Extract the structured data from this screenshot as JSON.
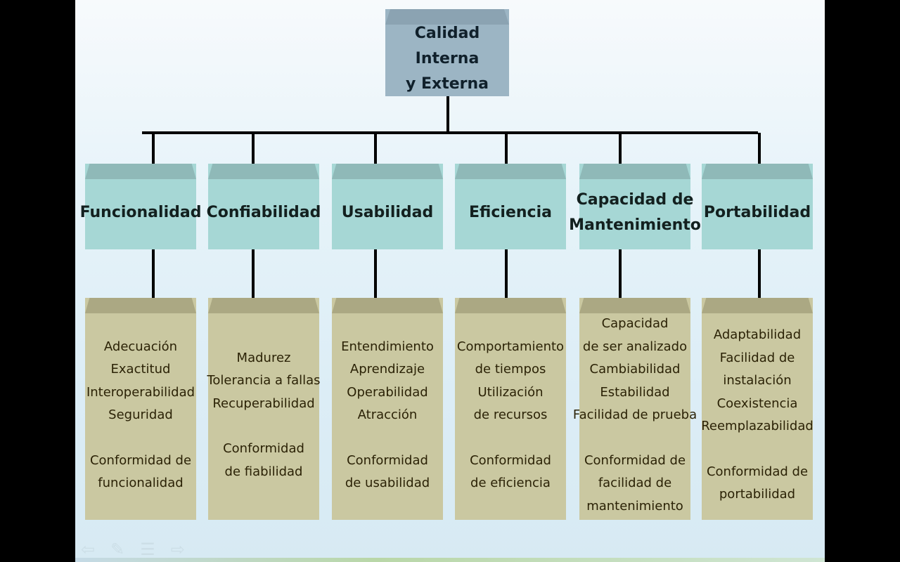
{
  "root": {
    "label": "Calidad Interna\ny Externa"
  },
  "categories": [
    {
      "label": "Funcionalidad",
      "subcharacteristics": [
        "Adecuación",
        "Exactitud",
        "Interoperabilidad",
        "Seguridad"
      ],
      "conformity": [
        "Conformidad de",
        "funcionalidad"
      ]
    },
    {
      "label": "Confiabilidad",
      "subcharacteristics": [
        "Madurez",
        "Tolerancia a fallas",
        "Recuperabilidad"
      ],
      "conformity": [
        "Conformidad",
        "de fiabilidad"
      ]
    },
    {
      "label": "Usabilidad",
      "subcharacteristics": [
        "Entendimiento",
        "Aprendizaje",
        "Operabilidad",
        "Atracción"
      ],
      "conformity": [
        "Conformidad",
        "de usabilidad"
      ]
    },
    {
      "label": "Eficiencia",
      "subcharacteristics": [
        "Comportamiento",
        "de tiempos",
        "Utilización",
        "de recursos"
      ],
      "conformity": [
        "Conformidad",
        "de eficiencia"
      ]
    },
    {
      "label": "Capacidad de\nMantenimiento",
      "subcharacteristics": [
        "Capacidad",
        "de ser analizado",
        "Cambiabilidad",
        "Estabilidad",
        "Facilidad  de prueba"
      ],
      "conformity": [
        "Conformidad de",
        "facilidad  de",
        "mantenimiento"
      ]
    },
    {
      "label": "Portabilidad",
      "subcharacteristics": [
        "Adaptabilidad",
        "Facilidad  de",
        "instalación",
        "Coexistencia",
        "Reemplazabilidad"
      ],
      "conformity": [
        "Conformidad de",
        "portabilidad"
      ]
    }
  ],
  "nav_icons": [
    "back-arrow-icon",
    "pen-icon",
    "menu-icon",
    "forward-arrow-icon"
  ],
  "colors": {
    "root_fill": "#9cb5c4",
    "category_fill": "#a6d7d5",
    "subcharacteristic_fill": "#cac8a1",
    "connector": "#000000"
  }
}
